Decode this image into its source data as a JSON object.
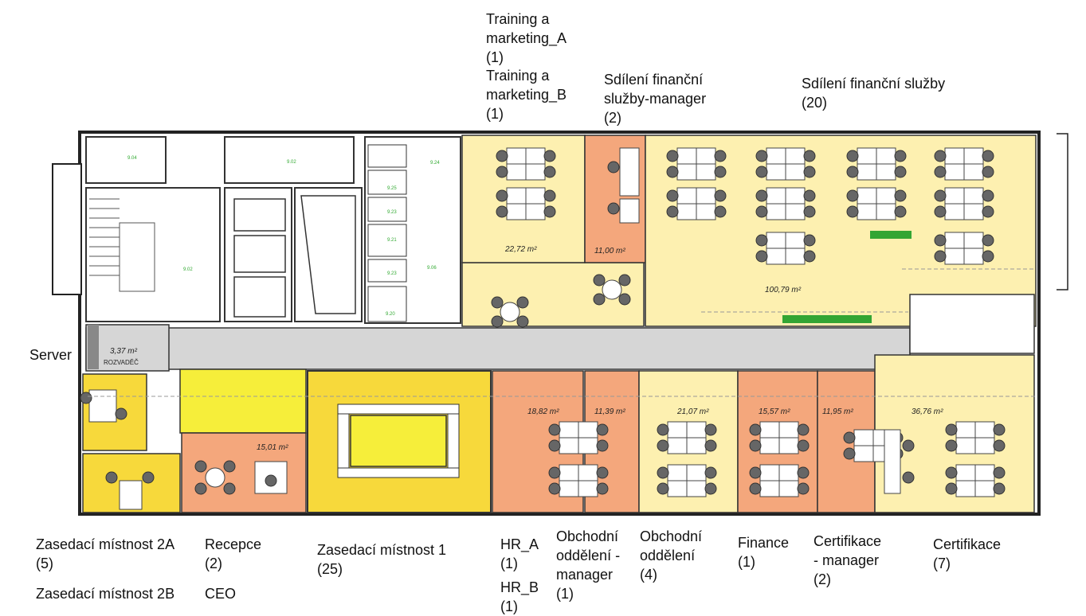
{
  "labels": {
    "training_a": "Training a\nmarketing_A\n(1)",
    "training_b": "Training a\nmarketing_B\n(1)",
    "fin_manager": "Sdílení finanční\nslužby-manager\n(2)",
    "fin_services": "Sdílení finanční služby\n(20)",
    "server": "Server",
    "zas2a": "Zasedací místnost 2A\n(5)",
    "zas2b": "Zasedací místnost 2B",
    "recepce": "Recepce\n(2)",
    "ceo": "CEO",
    "zas1": "Zasedací místnost 1\n(25)",
    "hr_a": "HR_A\n(1)",
    "hr_b": "HR_B\n(1)",
    "obch_mgr": "Obchodní\noddělení -\nmanager\n(1)",
    "obch": "Obchodní\noddělení\n(4)",
    "finance": "Finance\n(1)",
    "cert_mgr": "Certifikace\n- manager\n(2)",
    "cert": "Certifikace\n(7)"
  },
  "areas": {
    "a1": "22,72 m²",
    "a2": "11,00 m²",
    "a3": "100,79 m²",
    "a4": "3,37 m²",
    "a5": "15,01 m²",
    "a6": "18,82 m²",
    "a7": "11,39 m²",
    "a8": "21,07 m²",
    "a9": "15,57 m²",
    "a10": "11,95 m²",
    "a11": "36,76 m²"
  },
  "room_text": {
    "rozvadec": "ROZVADĚČ"
  },
  "colors": {
    "light_yellow": "#fdf0b0",
    "yellow": "#f7d93b",
    "bright_yellow": "#f6ee3a",
    "salmon": "#f4a77c",
    "corridor": "#d6d6d6",
    "wall": "#222222"
  }
}
